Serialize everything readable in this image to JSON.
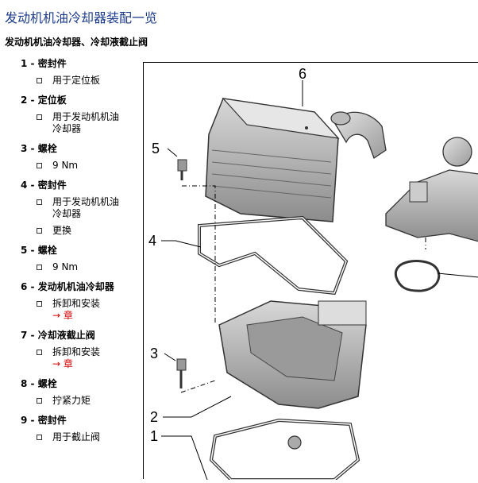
{
  "header": {
    "title": "发动机机油冷却器装配一览",
    "subtitle": "发动机机油冷却器、冷却液截止阀"
  },
  "parts": [
    {
      "num": "1",
      "name": "密封件",
      "notes": [
        {
          "text": "用于定位板",
          "link": ""
        }
      ]
    },
    {
      "num": "2",
      "name": "定位板",
      "notes": [
        {
          "text": "用于发动机机油冷却器",
          "link": ""
        }
      ]
    },
    {
      "num": "3",
      "name": "螺栓",
      "notes": [
        {
          "text": "9 Nm",
          "link": ""
        }
      ]
    },
    {
      "num": "4",
      "name": "密封件",
      "notes": [
        {
          "text": "用于发动机机油冷却器",
          "link": ""
        },
        {
          "text": "更换",
          "link": ""
        }
      ]
    },
    {
      "num": "5",
      "name": "螺栓",
      "notes": [
        {
          "text": "9 Nm",
          "link": ""
        }
      ]
    },
    {
      "num": "6",
      "name": "发动机机油冷却器",
      "notes": [
        {
          "text": "拆卸和安装",
          "link": "→ 章"
        }
      ]
    },
    {
      "num": "7",
      "name": "冷却液截止阀",
      "notes": [
        {
          "text": "拆卸和安装",
          "link": "→ 章"
        }
      ]
    },
    {
      "num": "8",
      "name": "螺栓",
      "notes": [
        {
          "text": "拧紧力矩",
          "link": ""
        }
      ]
    },
    {
      "num": "9",
      "name": "密封件",
      "notes": [
        {
          "text": "用于截止阀",
          "link": ""
        }
      ]
    }
  ],
  "figure": {
    "callouts": [
      "6",
      "5",
      "4",
      "3",
      "2",
      "1"
    ]
  }
}
